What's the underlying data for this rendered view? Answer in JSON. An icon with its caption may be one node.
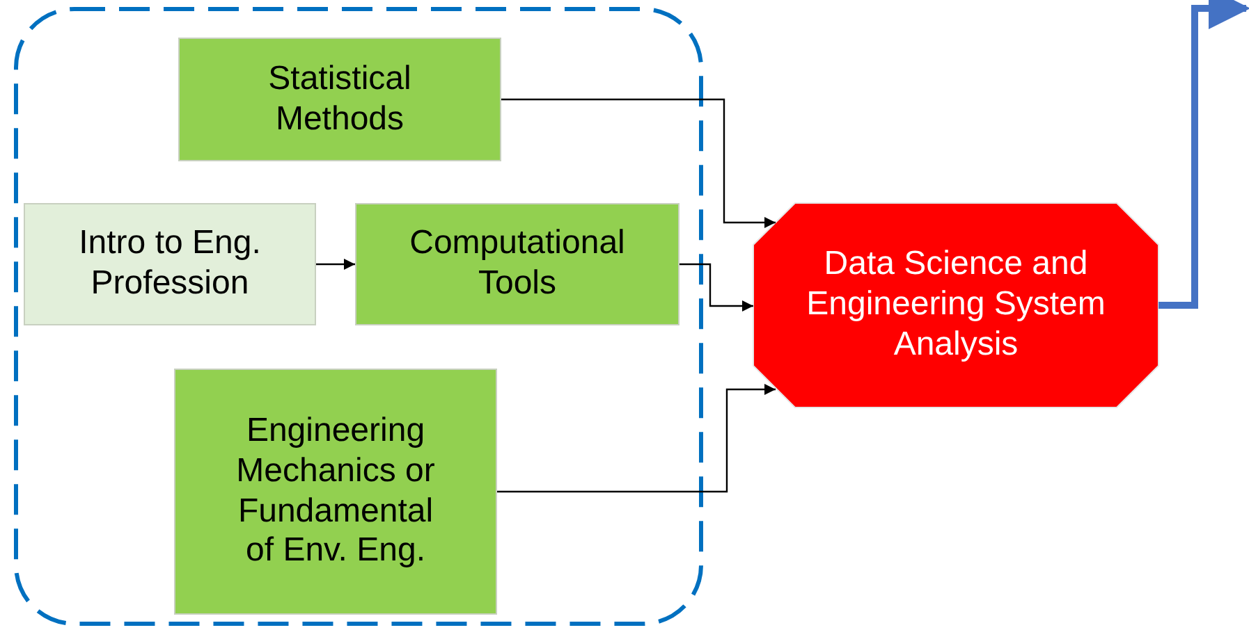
{
  "diagram": {
    "nodes": [
      {
        "text": [],
        "shape": "box"
      },
      {
        "text": [
          "Statistical Methods"
        ],
        "in": 0
      },
      {
        "text": [
          "Intro to Eng. Profession"
        ],
        "in": 0
      },
      {
        "text": [
          "Computational Tools"
        ],
        "in": 0
      },
      {
        "text": [
          "Engineering Mechanics or Fundamental of Env. Eng."
        ],
        "in": 0
      },
      {
        "text": [
          "Data Science and Engineering System Analysis"
        ]
      }
    ],
    "edges": [
      {
        "from": 1,
        "to": 5,
        "arrow": "to"
      },
      {
        "from": 2,
        "to": 3,
        "arrow": "to"
      },
      {
        "from": 3,
        "to": 5,
        "arrow": "to"
      },
      {
        "from": 4,
        "to": 5,
        "arrow": "to"
      },
      {
        "from": 5,
        "to": null,
        "arrow": "to",
        "style": "thick",
        "color": "#4472c4"
      }
    ]
  }
}
